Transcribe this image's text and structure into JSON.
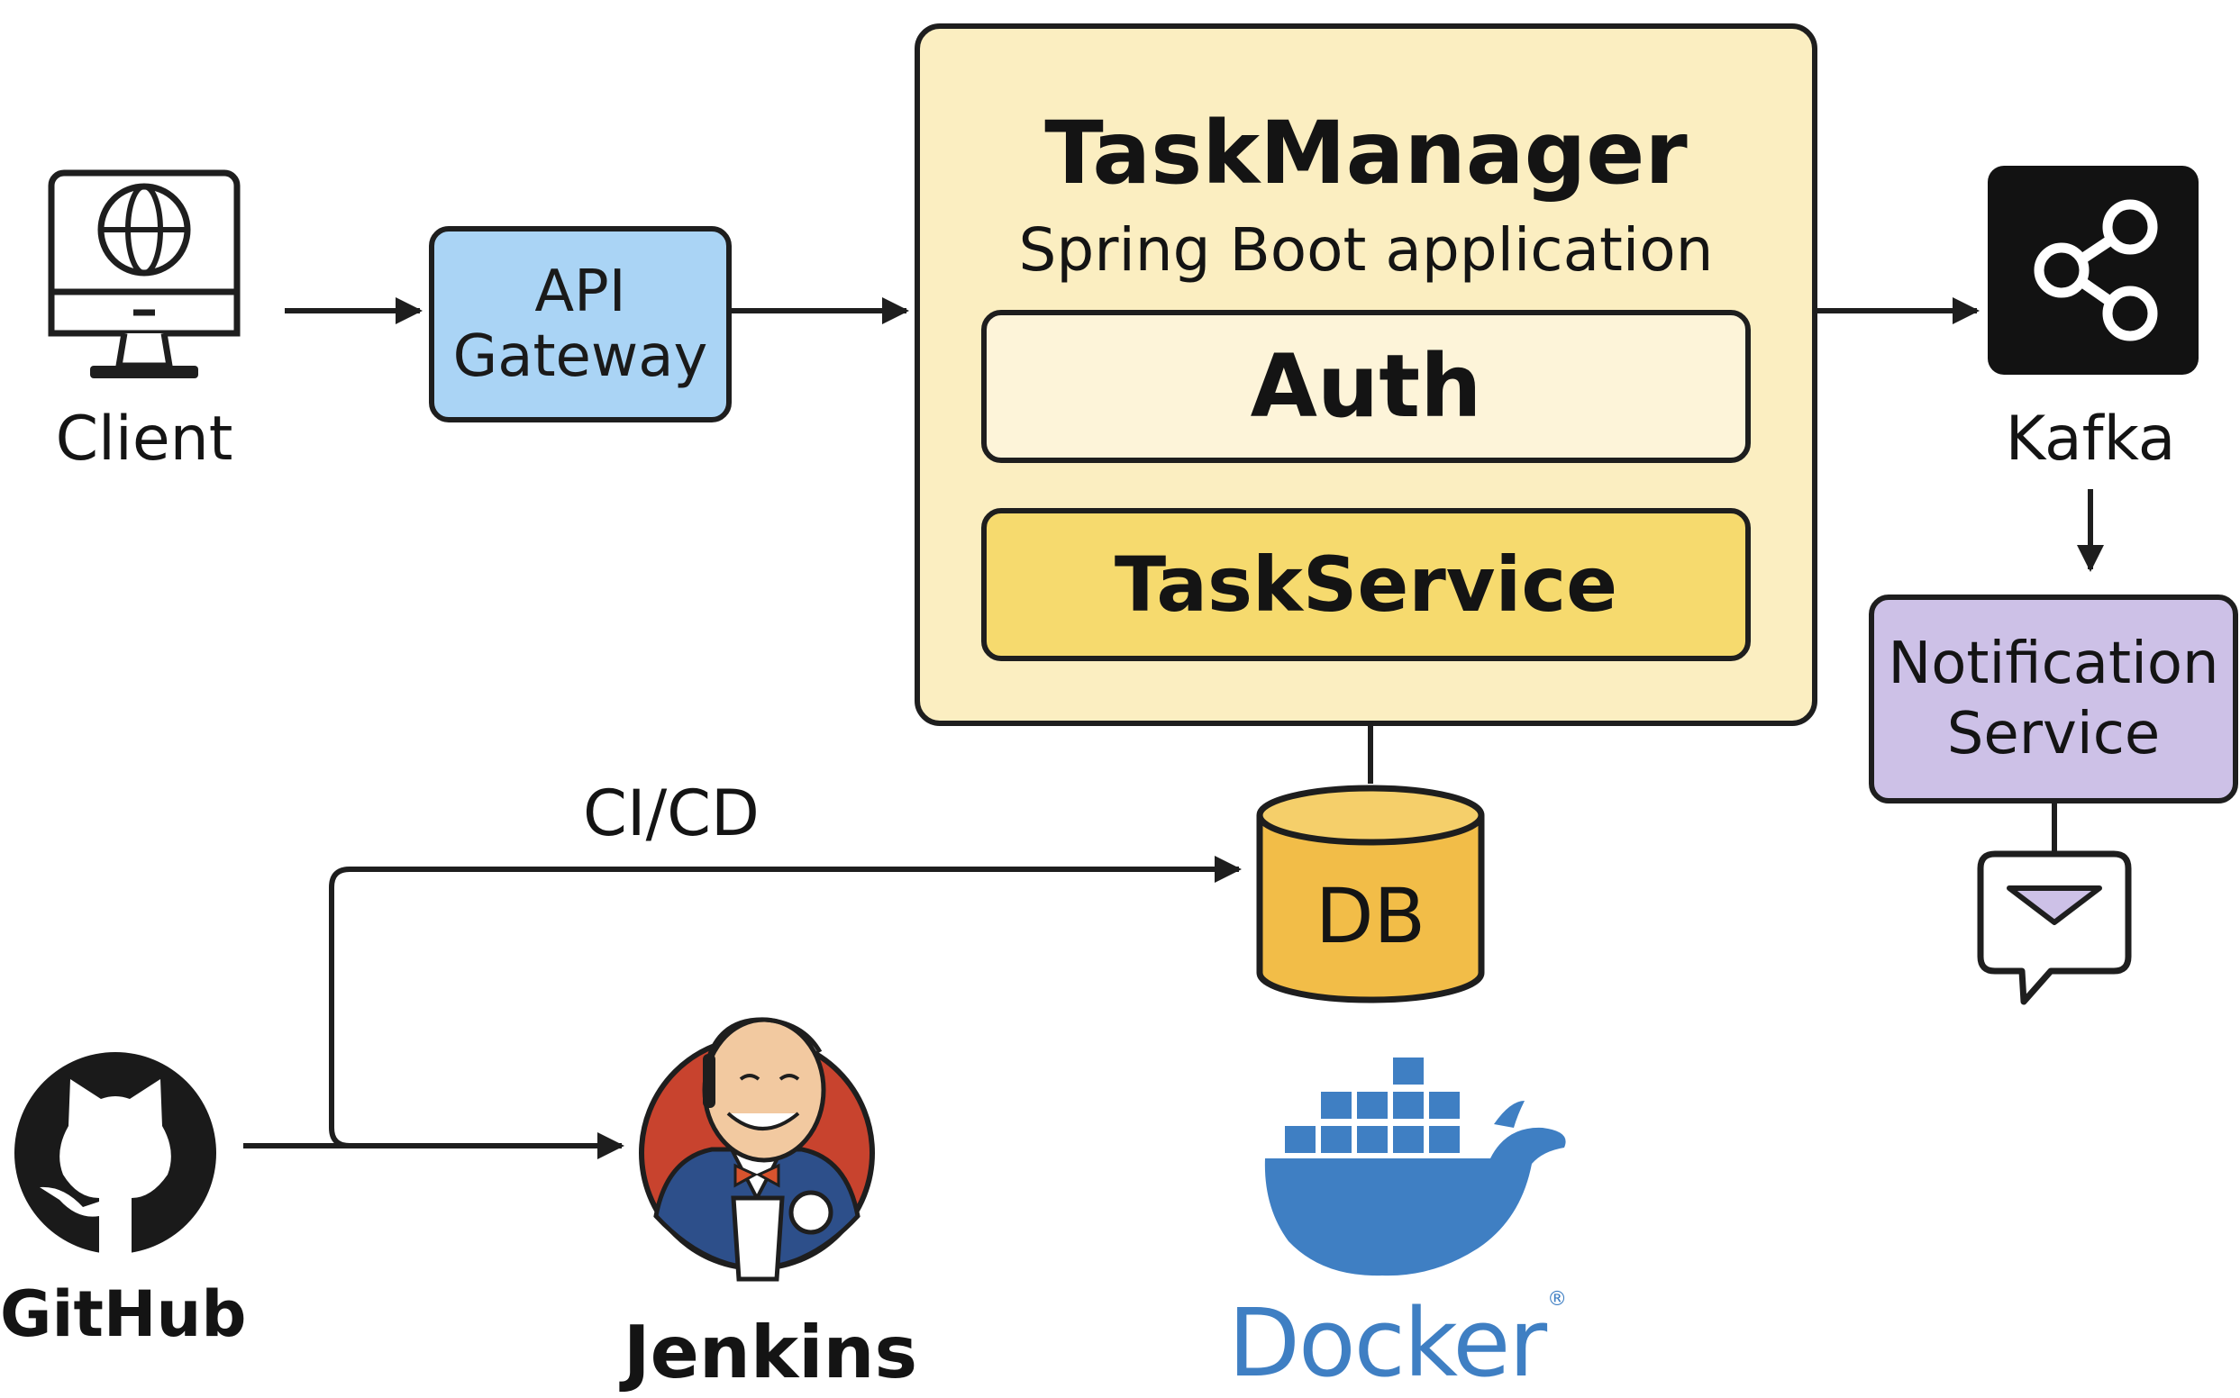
{
  "client": {
    "label": "Client",
    "icon": "computer-globe-icon"
  },
  "api_gateway": {
    "line1": "API",
    "line2": "Gateway"
  },
  "task_manager": {
    "title": "TaskManager",
    "subtitle": "Spring Boot application",
    "auth": "Auth",
    "task_service": "TaskService"
  },
  "kafka": {
    "label": "Kafka",
    "icon": "share-nodes-icon"
  },
  "notification_service": {
    "line1": "Notification",
    "line2": "Service",
    "icon": "message-bubble-icon"
  },
  "db": {
    "label": "DB"
  },
  "ci_cd": {
    "label": "CI/CD"
  },
  "github": {
    "label": "GitHub",
    "icon": "github-octocat-icon"
  },
  "jenkins": {
    "label": "Jenkins",
    "icon": "jenkins-butler-icon"
  },
  "docker": {
    "label": "Docker",
    "mark": "®",
    "icon": "docker-whale-icon"
  },
  "colors": {
    "api_gateway_fill": "#aad4f5",
    "task_manager_fill": "#fbeec1",
    "auth_fill": "#fdf4d9",
    "task_service_fill": "#f6da6e",
    "db_fill": "#f2bd48",
    "notification_fill": "#cdc1e7",
    "kafka_fill": "#121212",
    "docker_blue": "#3f7fc3",
    "jenkins_red": "#c8432e"
  }
}
